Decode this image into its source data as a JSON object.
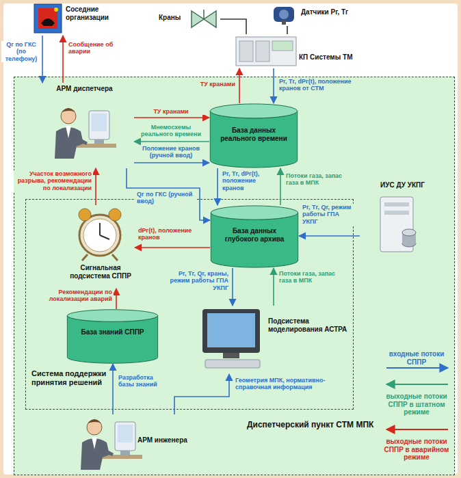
{
  "diagram": {
    "nodes": [
      {
        "text": [
          "Соседние организации"
        ]
      },
      {
        "text": [
          "Краны"
        ]
      },
      {
        "text": [
          "Датчики Pг, Tг"
        ]
      },
      {
        "text": [
          "КП Системы ТМ"
        ]
      },
      {
        "text": [
          "Диспетчерский пункт СТМ МПК"
        ]
      },
      {
        "text": [
          "АРМ диспетчера"
        ],
        "in": 4
      },
      {
        "text": [
          "База данных реального времени"
        ],
        "in": 4
      },
      {
        "text": [
          "Система поддержки принятия решений"
        ],
        "in": 4
      },
      {
        "text": [
          "База данных глубокого архива"
        ],
        "in": 7
      },
      {
        "text": [
          "Сигнальная подсистема СППР"
        ],
        "in": 7
      },
      {
        "text": [
          "База знаний СППР"
        ],
        "in": 7
      },
      {
        "text": [
          "Подсистема моделирования АСТРА"
        ],
        "in": 7
      },
      {
        "text": [
          "ИУС ДУ УКПГ"
        ],
        "in": 4
      },
      {
        "text": [
          "АРМ инженера"
        ],
        "in": 4
      }
    ],
    "edges": [
      {
        "from": 0,
        "to": 5,
        "label": "Qг по ГКС (по телефону)",
        "arrow": "to"
      },
      {
        "from": 5,
        "to": 0,
        "label": "Сообщение об аварии",
        "arrow": "to"
      },
      {
        "from": 1,
        "to": 3,
        "arrow": "none"
      },
      {
        "from": 2,
        "to": 3,
        "arrow": "none"
      },
      {
        "from": 3,
        "to": 6,
        "label": "Pг, Tг, dPг(t), положение кранов от СТМ",
        "arrow": "to"
      },
      {
        "from": 6,
        "to": 3,
        "label": "ТУ кранами",
        "arrow": "to"
      },
      {
        "from": 5,
        "to": 6,
        "label": "ТУ кранами",
        "arrow": "to"
      },
      {
        "from": 6,
        "to": 5,
        "label": "Мнемосхемы реального времени",
        "arrow": "to"
      },
      {
        "from": 5,
        "to": 6,
        "label": "Положение кранов (ручной ввод)",
        "arrow": "to"
      },
      {
        "from": 5,
        "to": 8,
        "label": "Qг по ГКС (ручной ввод)",
        "arrow": "to"
      },
      {
        "from": 6,
        "to": 8,
        "label": "Pг, Tг, dPг(t), положение кранов",
        "arrow": "to"
      },
      {
        "from": 8,
        "to": 6,
        "label": "Потоки газа, запас газа в МПК",
        "arrow": "to"
      },
      {
        "from": 12,
        "to": 8,
        "label": "Pг, Tг, Qг, режим работы ГПА УКПГ",
        "arrow": "to"
      },
      {
        "from": 8,
        "to": 9,
        "label": "dPг(t), положение кранов",
        "arrow": "to"
      },
      {
        "from": 9,
        "to": 5,
        "label": "Участок возможного разрыва, рекомендации по локализации",
        "arrow": "to"
      },
      {
        "from": 10,
        "to": 9,
        "label": "Рекомендации по локализации аварий",
        "arrow": "to"
      },
      {
        "from": 8,
        "to": 11,
        "label": "Pг, Tг, Qг, краны, режим работы ГПА УКПГ",
        "arrow": "to"
      },
      {
        "from": 11,
        "to": 8,
        "label": "Потоки газа, запас газа в МПК",
        "arrow": "to"
      },
      {
        "from": 13,
        "to": 10,
        "label": "Разработка базы знаний",
        "arrow": "to"
      },
      {
        "from": 13,
        "to": 11,
        "label": "Геометрия МПК, нормативно-справочная информация",
        "arrow": "to"
      }
    ],
    "legend": [
      {
        "text": "входные потоки СППР",
        "color": "#2f6fc9"
      },
      {
        "text": "выходные потоки СППР в штатном режиме",
        "color": "#2f9e77"
      },
      {
        "text": "выходные потоки СППР в аварийном режиме",
        "color": "#d9261c"
      }
    ]
  }
}
